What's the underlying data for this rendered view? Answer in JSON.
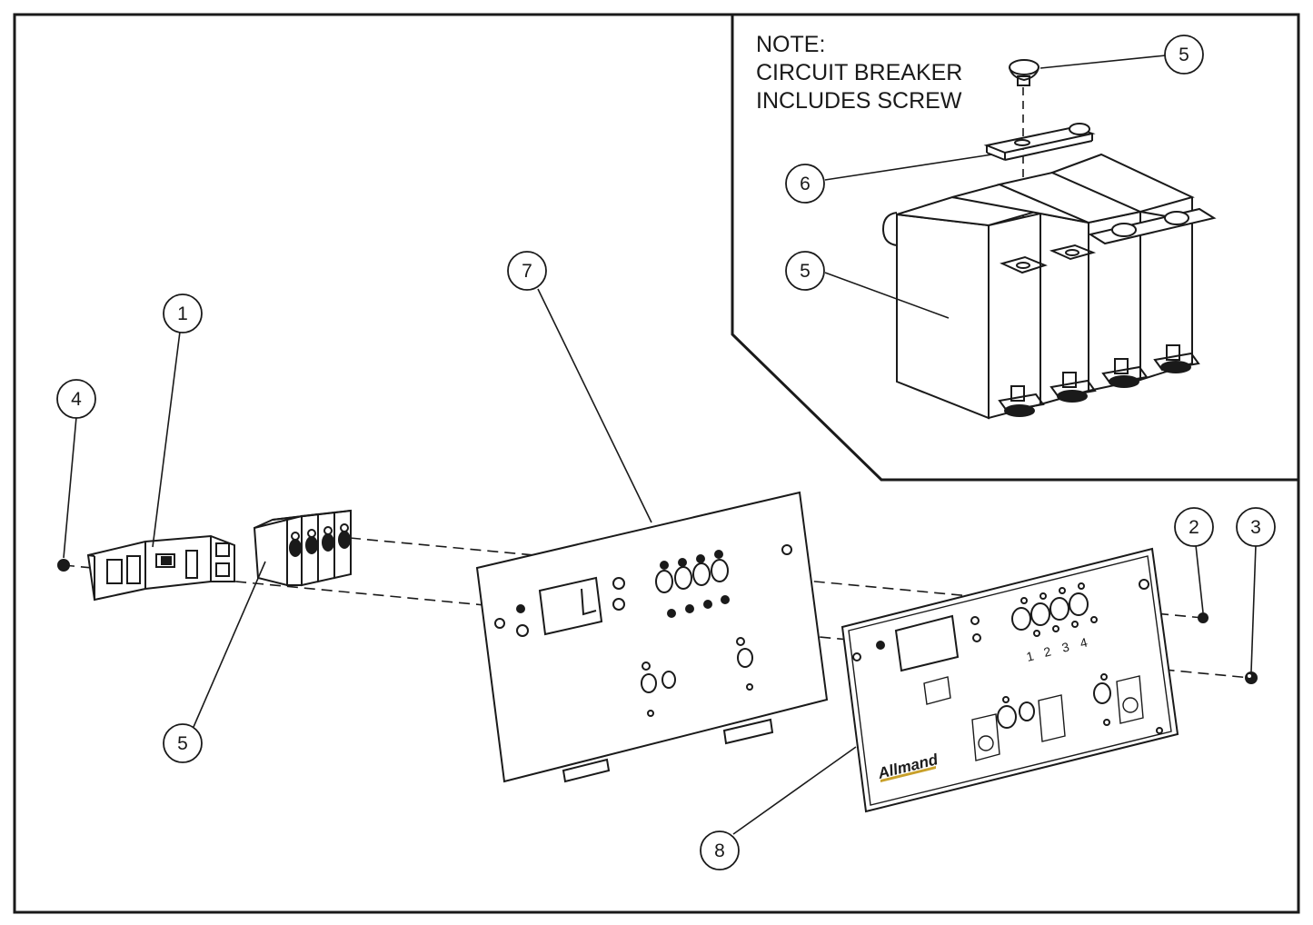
{
  "note": {
    "lines": [
      "NOTE:",
      "CIRCUIT BREAKER",
      "INCLUDES SCREW"
    ]
  },
  "callouts": {
    "c1": "1",
    "c2": "2",
    "c3": "3",
    "c4": "4",
    "c5_main": "5",
    "c5_inset_top": "5",
    "c5_inset_mid": "5",
    "c6": "6",
    "c7": "7",
    "c8": "8"
  },
  "decal": {
    "brand": "Allmand",
    "breaker_numbers": [
      "1",
      "2",
      "3",
      "4"
    ]
  },
  "colors": {
    "line": "#1a1a1a",
    "brand_accent": "#c8a02a"
  }
}
